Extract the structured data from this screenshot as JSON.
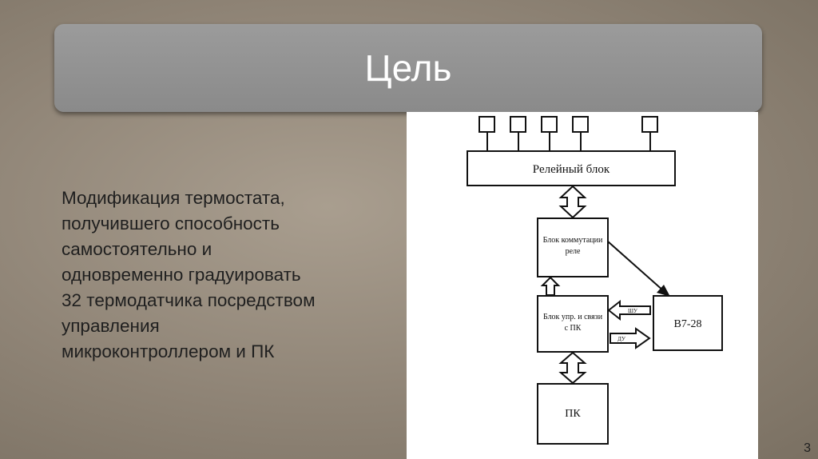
{
  "slide": {
    "title": "Цель",
    "body_lines": [
      "Модификация термостата,",
      "получившего способность",
      "самостоятельно и",
      "одновременно градуировать",
      "32 термодатчика посредством",
      "управления",
      "микроконтроллером и ПК"
    ],
    "page_number": "3"
  },
  "diagram": {
    "relay_block": "Релейный блок",
    "switch_block_line1": "Блок коммутации",
    "switch_block_line2": "реле",
    "control_block_line1": "Блок упр. и связи",
    "control_block_line2": "с ПК",
    "meter_block": "В7-28",
    "pc_block": "ПК",
    "arrow_shu": "ШУ",
    "arrow_du": "ДУ"
  }
}
